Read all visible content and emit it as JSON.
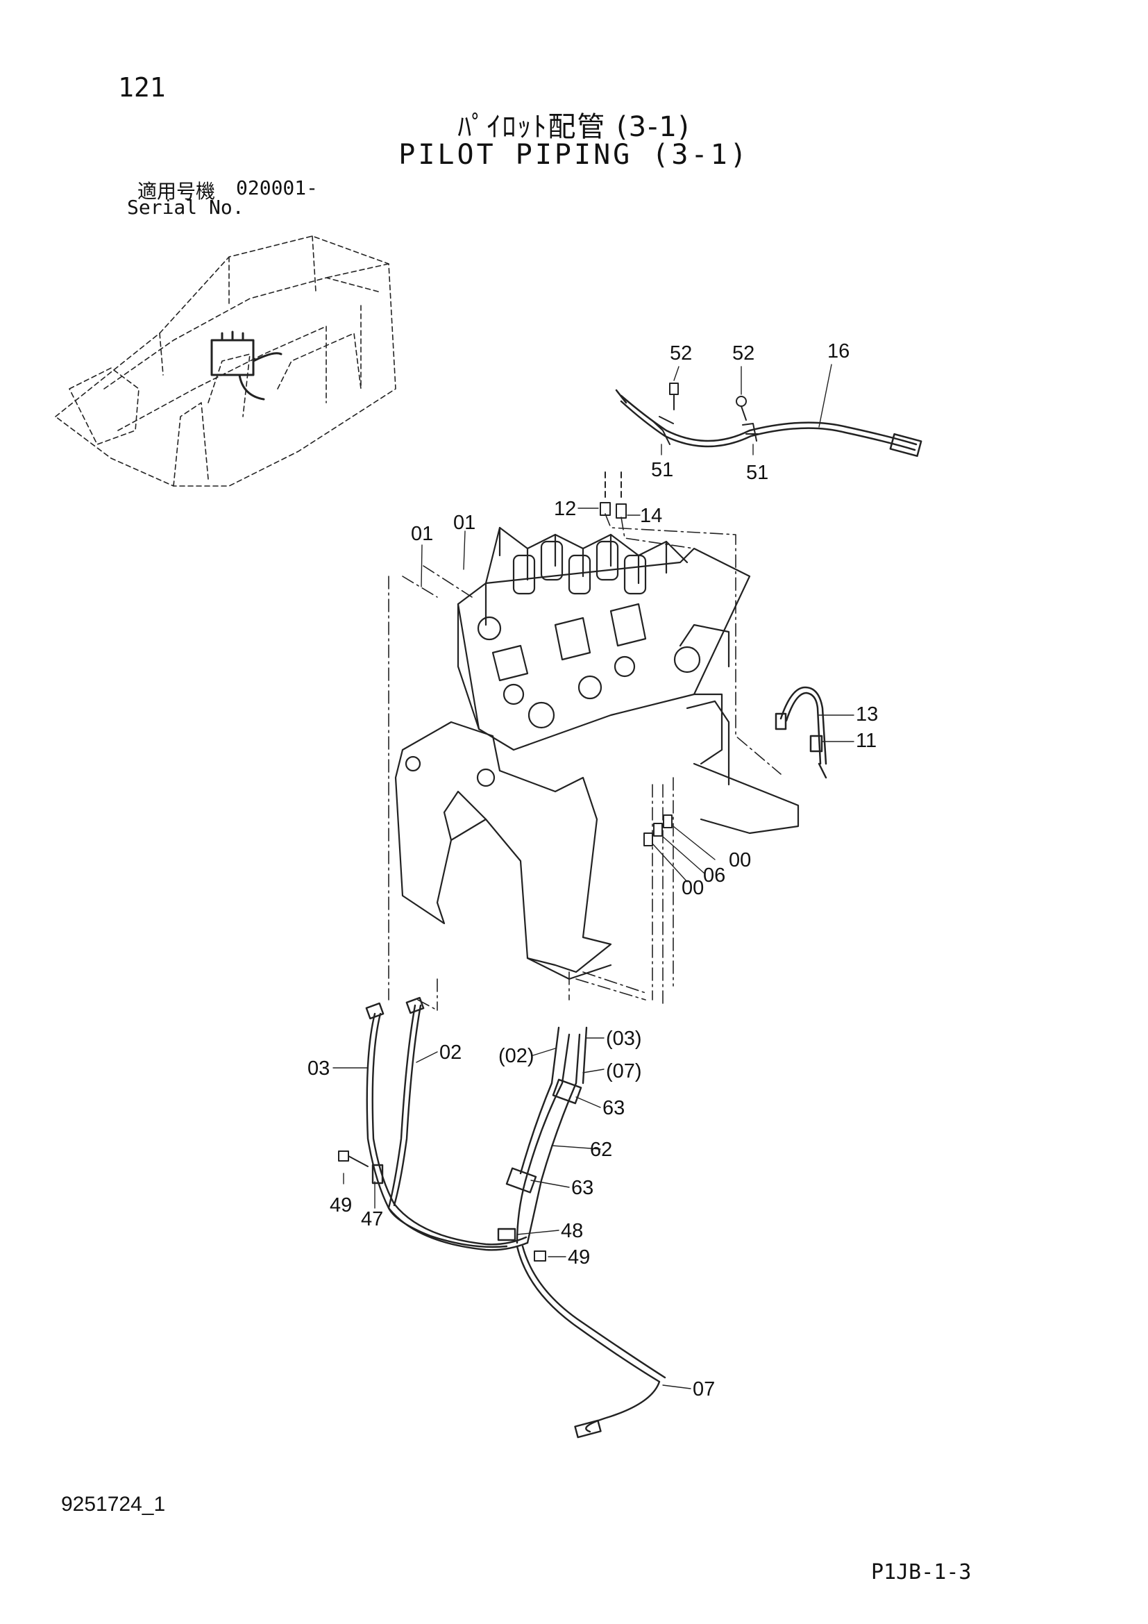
{
  "header": {
    "page_number": "121",
    "title_jp": "ﾊﾟｲﾛｯﾄ配管 (3-1)",
    "title_en": "PILOT PIPING (3-1)",
    "serial_label_jp": "適用号機",
    "serial_value": "020001-",
    "serial_label_en": "Serial No."
  },
  "footer": {
    "doc_id": "9251724_1",
    "page_code": "P1JB-1-3"
  },
  "callouts": {
    "c52a": "52",
    "c52b": "52",
    "c16": "16",
    "c51a": "51",
    "c51b": "51",
    "c12": "12",
    "c14": "14",
    "c01a": "01",
    "c01b": "01",
    "c13": "13",
    "c11": "11",
    "c00a": "00",
    "c06": "06",
    "c00b": "00",
    "c03": "03",
    "c02": "02",
    "c02p": "(02)",
    "c03p": "(03)",
    "c07p": "(07)",
    "c63a": "63",
    "c62": "62",
    "c63b": "63",
    "c49a": "49",
    "c47": "47",
    "c48": "48",
    "c49b": "49",
    "c07": "07"
  }
}
